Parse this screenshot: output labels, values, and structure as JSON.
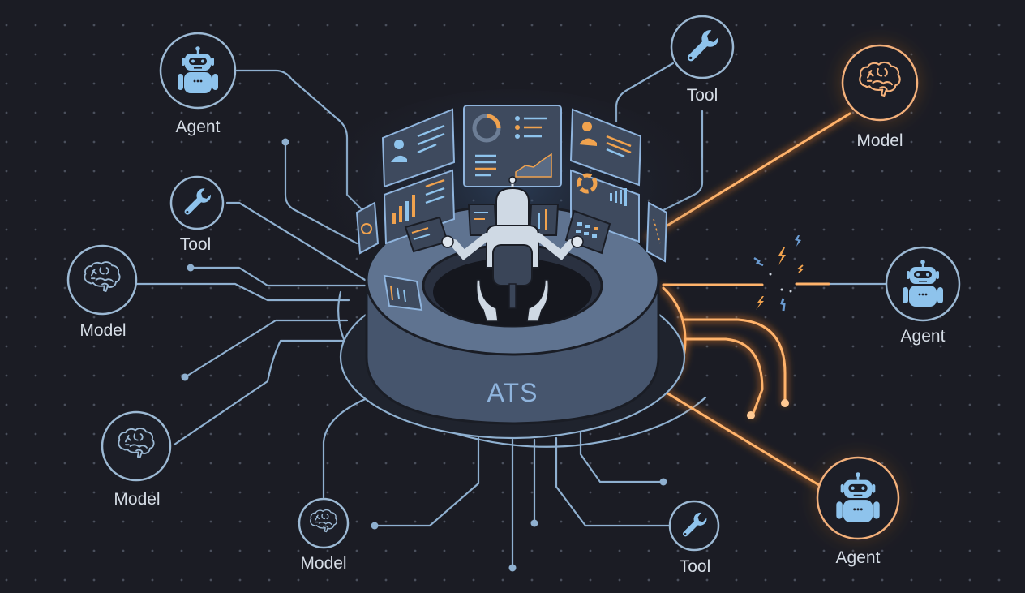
{
  "diagram": {
    "title": "ATS",
    "center": {
      "label": "ATS",
      "description": "robot operator seated inside circular control hub surrounded by dashboard screens"
    },
    "colors": {
      "background": "#1b1c24",
      "grid_dot": "#4a4f5c",
      "connector": "#8fb0d0",
      "icon": "#8ec3ec",
      "alert_connector": "#ffb36b",
      "alert_glow": "#ff8a2a",
      "hub_top": "#5f7390",
      "hub_side": "#46556d",
      "label": "#d6dde6"
    },
    "nodes": [
      {
        "id": "agent-top-left",
        "label": "Agent",
        "icon": "robot-icon",
        "state": "normal"
      },
      {
        "id": "tool-left",
        "label": "Tool",
        "icon": "wrench-icon",
        "state": "normal"
      },
      {
        "id": "model-left",
        "label": "Model",
        "icon": "brain-icon",
        "state": "normal"
      },
      {
        "id": "model-bottom-left",
        "label": "Model",
        "icon": "brain-icon",
        "state": "normal"
      },
      {
        "id": "model-bottom",
        "label": "Model",
        "icon": "brain-icon",
        "state": "normal"
      },
      {
        "id": "tool-bottom-right",
        "label": "Tool",
        "icon": "wrench-icon",
        "state": "normal"
      },
      {
        "id": "tool-top",
        "label": "Tool",
        "icon": "wrench-icon",
        "state": "normal"
      },
      {
        "id": "model-top-right",
        "label": "Model",
        "icon": "brain-icon",
        "state": "highlighted"
      },
      {
        "id": "agent-right",
        "label": "Agent",
        "icon": "robot-icon",
        "state": "disconnected"
      },
      {
        "id": "agent-bottom-right",
        "label": "Agent",
        "icon": "robot-icon",
        "state": "highlighted"
      }
    ],
    "connection_status": {
      "agent-right": "broken link (sparks)",
      "model-top-right": "active (glowing orange)",
      "agent-bottom-right": "active (glowing orange)"
    }
  }
}
